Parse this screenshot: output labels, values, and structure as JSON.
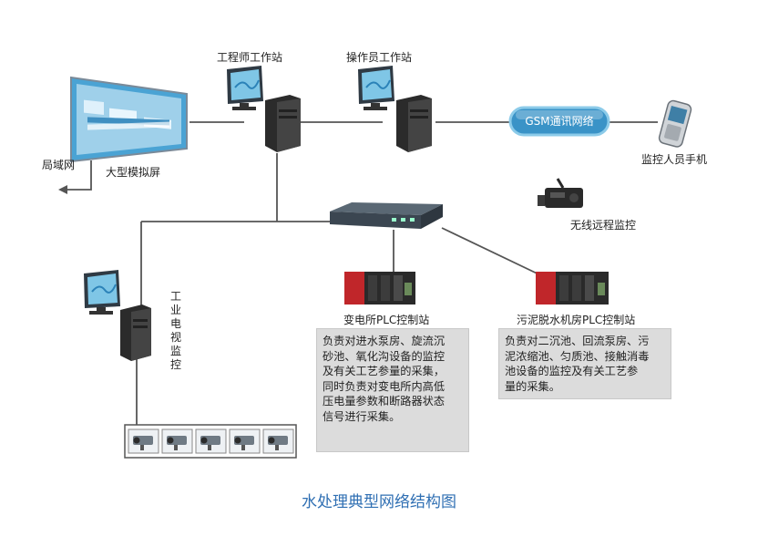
{
  "labels": {
    "engineer_station": "工程师工作站",
    "operator_station": "操作员工作站",
    "lan": "局域网",
    "big_screen": "大型模拟屏",
    "gsm": "GSM通讯网络",
    "phone": "监控人员手机",
    "wireless": "无线远程监控",
    "tv_monitor": "工业电视监控",
    "plc1": "变电所PLC控制站",
    "plc2": "污泥脱水机房PLC控制站"
  },
  "descriptions": {
    "plc1": "负责对进水泵房、旋流沉\n砂池、氧化沟设备的监控\n及有关工艺参量的采集，\n同时负责对变电所内高低\n压电量参数和断路器状态\n信号进行采集。",
    "plc2": "负责对二沉池、回流泵房、污\n泥浓缩池、匀质池、接触消毒\n池设备的监控及有关工艺参\n量的采集。"
  },
  "caption": "水处理典型网络结构图",
  "colors": {
    "line": "#555555",
    "gsm_fill": "#3a93c7",
    "screen_fill": "#4aa3d4",
    "caption": "#2f6fb3",
    "plc_red": "#c0262a",
    "box_fill": "#dcdcdc"
  }
}
